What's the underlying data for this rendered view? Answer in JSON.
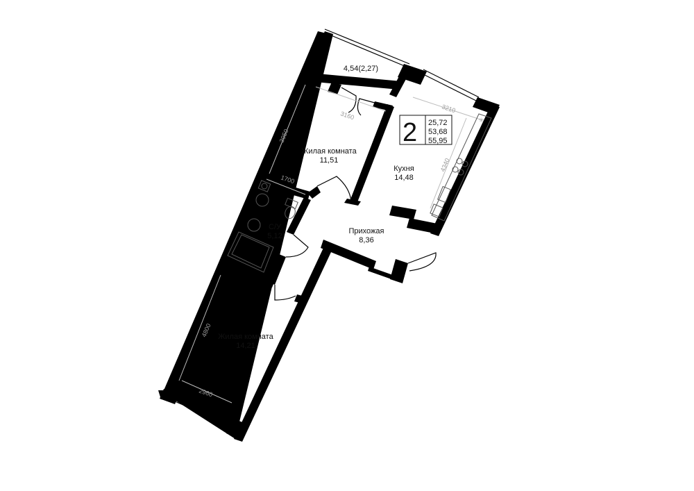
{
  "plan": {
    "rooms_count": "2",
    "areas": {
      "living": "25,72",
      "total": "53,68",
      "total_with_balcony": "55,95"
    },
    "balcony": {
      "area": "4,54(2,27)"
    },
    "bedroom_top": {
      "name": "Жилая комната",
      "area": "11,51"
    },
    "kitchen": {
      "name": "Кухня",
      "area": "14,48"
    },
    "bathroom": {
      "name": "С/У",
      "area": "5,12"
    },
    "hallway": {
      "name": "Прихожая",
      "area": "8,36"
    },
    "bedroom_bottom": {
      "name": "Жилая комната",
      "area": "14,21"
    },
    "dimensions": {
      "bedroom_top_width": "3160",
      "bedroom_top_depth": "3950",
      "bathroom_width": "1700",
      "kitchen_width": "3210",
      "kitchen_depth": "4340",
      "bedroom_bottom_depth": "4800",
      "bedroom_bottom_width": "2960"
    }
  }
}
